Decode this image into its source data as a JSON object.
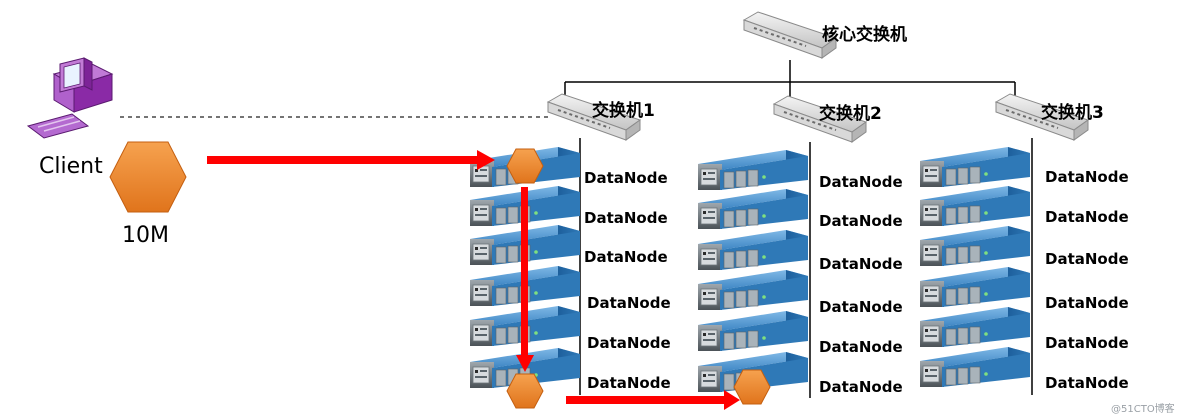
{
  "client": {
    "label": "Client",
    "block_size": "10M"
  },
  "core_switch": {
    "label": "核心交换机"
  },
  "racks": [
    {
      "switch_label": "交换机1",
      "node_labels": [
        "DataNode",
        "DataNode",
        "DataNode",
        "DataNode",
        "DataNode",
        "DataNode"
      ]
    },
    {
      "switch_label": "交换机2",
      "node_labels": [
        "DataNode",
        "DataNode",
        "DataNode",
        "DataNode",
        "DataNode",
        "DataNode"
      ]
    },
    {
      "switch_label": "交换机3",
      "node_labels": [
        "DataNode",
        "DataNode",
        "DataNode",
        "DataNode",
        "DataNode",
        "DataNode"
      ]
    }
  ],
  "watermark": "@51CTO博客",
  "colors": {
    "arrow": "#ff0000",
    "block": "#f0882c",
    "server": "#2f79b7",
    "computer": "#9b30b8"
  }
}
